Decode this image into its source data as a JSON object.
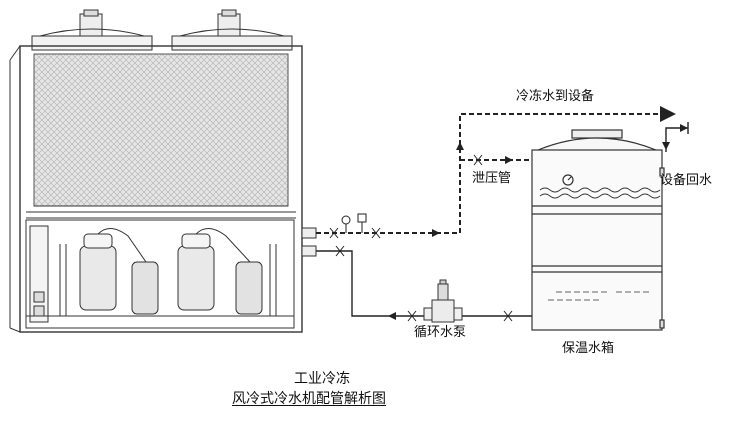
{
  "labels": {
    "chilled_water_out": "冷冻水到设备",
    "bypass_pipe": "泄压管",
    "equipment_return": "设备回水",
    "circulation_pump": "循环水泵",
    "insulated_tank": "保温水箱"
  },
  "caption": {
    "line1": "工业冷冻",
    "line2": "风冷式冷水机配管解析图"
  },
  "colors": {
    "line": "#222222",
    "coil": "#dddddd"
  }
}
